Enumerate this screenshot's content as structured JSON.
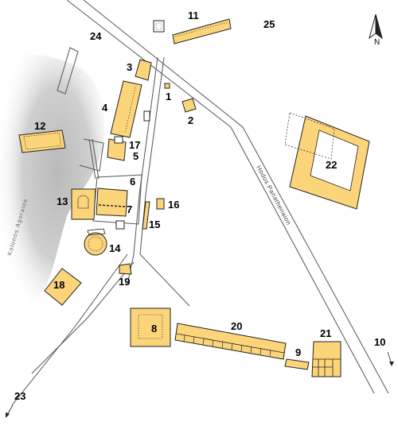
{
  "colors": {
    "building": "#fcd57a",
    "building_dark": "#e8b84a",
    "outline": "#222222",
    "road": "#555555",
    "hill": "#c8c8c8",
    "background": "#ffffff"
  },
  "labels": {
    "n1": "1",
    "n2": "2",
    "n3": "3",
    "n4": "4",
    "n5": "5",
    "n6": "6",
    "n7": "7",
    "n8": "8",
    "n9": "9",
    "n10": "10",
    "n11": "11",
    "n12": "12",
    "n13": "13",
    "n14": "14",
    "n15": "15",
    "n16": "16",
    "n17": "17",
    "n18": "18",
    "n19": "19",
    "n20": "20",
    "n21": "21",
    "n22": "22",
    "n23": "23",
    "n24": "24",
    "n25": "25"
  },
  "road_label": "Hodos Panathenaion",
  "hill_label": "Kolonos Agoraios",
  "compass": {
    "letter": "N",
    "icon": "north-arrow-icon"
  }
}
